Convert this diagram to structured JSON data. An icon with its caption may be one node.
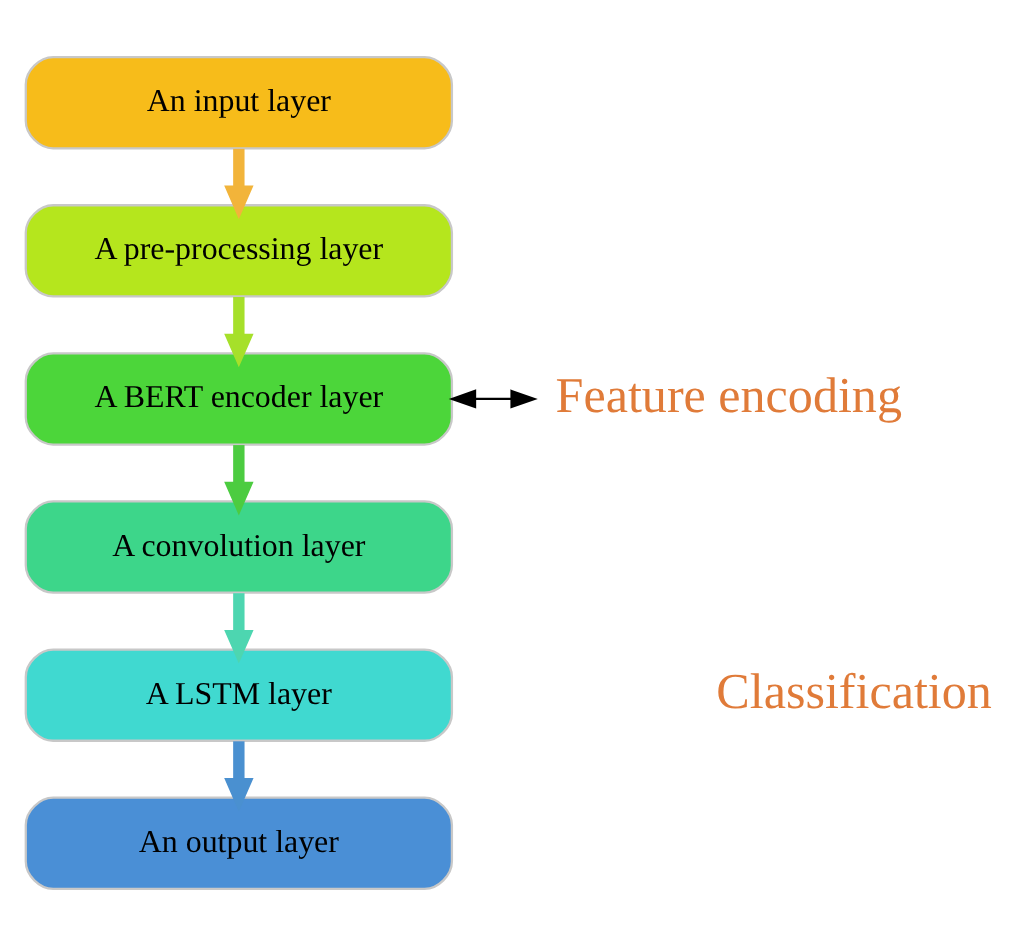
{
  "diagram": {
    "nodes": [
      {
        "text": [
          "An input layer"
        ]
      },
      {
        "text": [
          "A pre-processing layer"
        ]
      },
      {
        "text": [
          "A BERT encoder layer"
        ]
      },
      {
        "text": [
          "A convolution layer"
        ]
      },
      {
        "text": [
          "A LSTM layer"
        ]
      },
      {
        "text": [
          "An output layer"
        ]
      },
      {
        "text": [
          "Feature encoding"
        ]
      }
    ],
    "edges": [
      {
        "from": 0,
        "to": 1,
        "arrow": "to",
        "color": "#f2b43a"
      },
      {
        "from": 1,
        "to": 2,
        "arrow": "to",
        "color": "#a6e02a"
      },
      {
        "from": 2,
        "to": 3,
        "arrow": "to",
        "color": "#4ccc40"
      },
      {
        "from": 3,
        "to": 4,
        "arrow": "to",
        "color": "#4dd6b0"
      },
      {
        "from": 4,
        "to": 5,
        "arrow": "to",
        "color": "#4a90d0"
      },
      {
        "from": 2,
        "to": 6,
        "arrow": "both",
        "color": "#000000"
      }
    ],
    "labels": [
      "Classification"
    ]
  }
}
